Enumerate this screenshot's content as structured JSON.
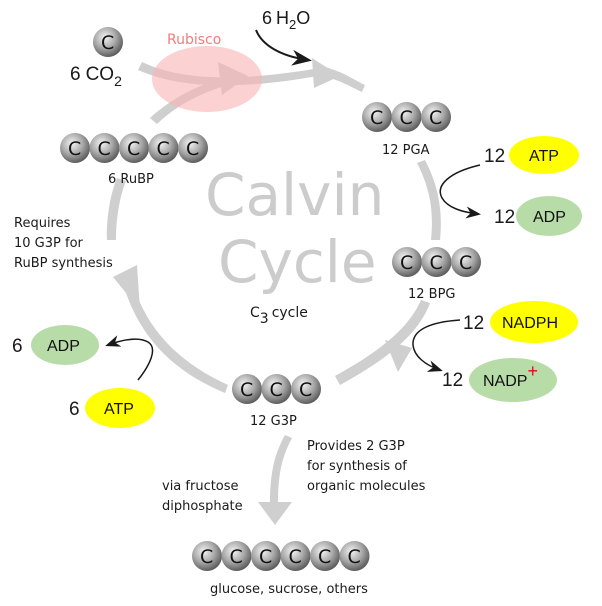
{
  "title": {
    "line1": "Calvin",
    "line2": "Cycle"
  },
  "subtitle": {
    "c": "C",
    "sub": "3",
    "rest": "cycle"
  },
  "enzyme": {
    "label": "Rubisco",
    "color": "#f9a6a6"
  },
  "colors": {
    "atp": "#ffff00",
    "adp": "#b7dca8",
    "arrow_gray": "#cfcfcf",
    "nadp_plus": "#e8001c",
    "enzyme_text": "#f07c7c"
  },
  "molecules": {
    "co2": {
      "atom": "C",
      "count": "6",
      "formula": "CO",
      "sub": "2"
    },
    "rubp": {
      "atoms": [
        "C",
        "C",
        "C",
        "C",
        "C"
      ],
      "label": "6 RuBP"
    },
    "pga": {
      "atoms": [
        "C",
        "C",
        "C"
      ],
      "label": "12 PGA"
    },
    "bpg": {
      "atoms": [
        "C",
        "C",
        "C"
      ],
      "label": "12 BPG"
    },
    "g3p": {
      "atoms": [
        "C",
        "C",
        "C"
      ],
      "label": "12 G3P"
    },
    "product": {
      "atoms": [
        "C",
        "C",
        "C",
        "C",
        "C",
        "C"
      ],
      "label": "glucose, sucrose, others"
    }
  },
  "water": {
    "count": "6",
    "h": "H",
    "sub": "2",
    "o": "O"
  },
  "cofactors": {
    "atp_right": {
      "count": "12",
      "label": "ATP"
    },
    "adp_right": {
      "count": "12",
      "label": "ADP"
    },
    "nadph": {
      "count": "12",
      "label": "NADPH"
    },
    "nadp": {
      "count": "12",
      "label": "NADP",
      "sup": "+"
    },
    "adp_left": {
      "count": "6",
      "label": "ADP"
    },
    "atp_left": {
      "count": "6",
      "label": "ATP"
    }
  },
  "notes": {
    "requires": [
      "Requires",
      "10 G3P for",
      "RuBP synthesis"
    ],
    "provides": [
      "Provides 2 G3P",
      "for synthesis of",
      "organic molecules"
    ],
    "via": [
      "via fructose",
      "diphosphate"
    ]
  }
}
